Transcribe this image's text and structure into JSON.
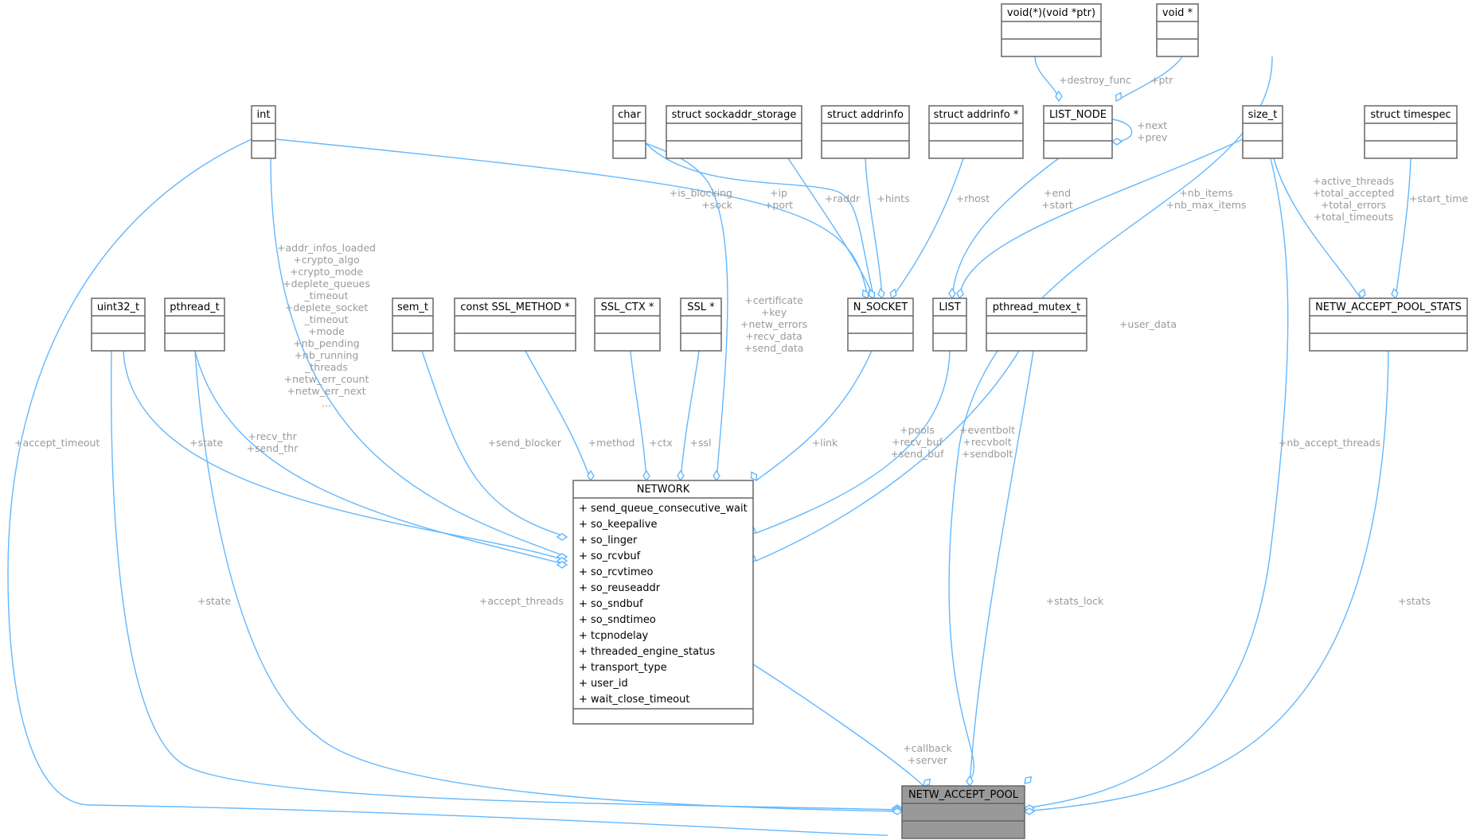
{
  "boxes": {
    "int": "int",
    "uint32_t": "uint32_t",
    "pthread_t": "pthread_t",
    "sem_t": "sem_t",
    "ssl_method": "const SSL_METHOD *",
    "ssl_ctx": "SSL_CTX *",
    "ssl": "SSL *",
    "char": "char",
    "sockaddr_storage": "struct sockaddr_storage",
    "addrinfo": "struct addrinfo",
    "addrinfo_ptr": "struct addrinfo *",
    "func_ptr": "void(*)(void *ptr)",
    "void_ptr": "void *",
    "list_node": "LIST_NODE",
    "size_t": "size_t",
    "timespec": "struct timespec",
    "n_socket": "N_SOCKET",
    "list": "LIST",
    "mutex": "pthread_mutex_t",
    "stats": "NETW_ACCEPT_POOL_STATS",
    "network": "NETWORK",
    "pool": "NETW_ACCEPT_POOL"
  },
  "network_members": [
    "+  send_queue_consecutive_wait",
    "+  so_keepalive",
    "+  so_linger",
    "+  so_rcvbuf",
    "+  so_rcvtimeo",
    "+  so_reuseaddr",
    "+  so_sndbuf",
    "+  so_sndtimeo",
    "+  tcpnodelay",
    "+  threaded_engine_status",
    "+  transport_type",
    "+  user_id",
    "+  wait_close_timeout"
  ],
  "labels": {
    "destroy_func": [
      "+destroy_func"
    ],
    "ptr": [
      "+ptr"
    ],
    "next_prev": [
      "+next",
      "+prev"
    ],
    "is_blocking": [
      "+is_blocking",
      "+sock"
    ],
    "ip_port": [
      "+ip",
      "+port"
    ],
    "raddr": [
      "+raddr"
    ],
    "hints": [
      "+hints"
    ],
    "rhost": [
      "+rhost"
    ],
    "end_start": [
      "+end",
      "+start"
    ],
    "nb_items": [
      "+nb_items",
      "+nb_max_items"
    ],
    "active_threads": [
      "+active_threads",
      "+total_accepted",
      "+total_errors",
      "+total_timeouts"
    ],
    "start_time": [
      "+start_time"
    ],
    "int_members": [
      "+addr_infos_loaded",
      "+crypto_algo",
      "+crypto_mode",
      "+deplete_queues",
      "_timeout",
      "+deplete_socket",
      "_timeout",
      "+mode",
      "+nb_pending",
      "+nb_running",
      "_threads",
      "+netw_err_count",
      "+netw_err_next",
      "..."
    ],
    "certificate": [
      "+certificate",
      "+key",
      "+netw_errors",
      "+recv_data",
      "+send_data"
    ],
    "user_data": [
      "+user_data"
    ],
    "accept_timeout": [
      "+accept_timeout"
    ],
    "state_net": [
      "+state"
    ],
    "recv_thr": [
      "+recv_thr",
      "+send_thr"
    ],
    "send_blocker": [
      "+send_blocker"
    ],
    "method": [
      "+method"
    ],
    "ctx": [
      "+ctx"
    ],
    "ssl": [
      "+ssl"
    ],
    "link": [
      "+link"
    ],
    "pools": [
      "+pools",
      "+recv_buf",
      "+send_buf"
    ],
    "eventbolt": [
      "+eventbolt",
      "+recvbolt",
      "+sendbolt"
    ],
    "nb_accept_threads": [
      "+nb_accept_threads"
    ],
    "state_pool": [
      "+state"
    ],
    "accept_threads": [
      "+accept_threads"
    ],
    "stats_lock": [
      "+stats_lock"
    ],
    "stats": [
      "+stats"
    ],
    "callback": [
      "+callback",
      "+server"
    ]
  }
}
